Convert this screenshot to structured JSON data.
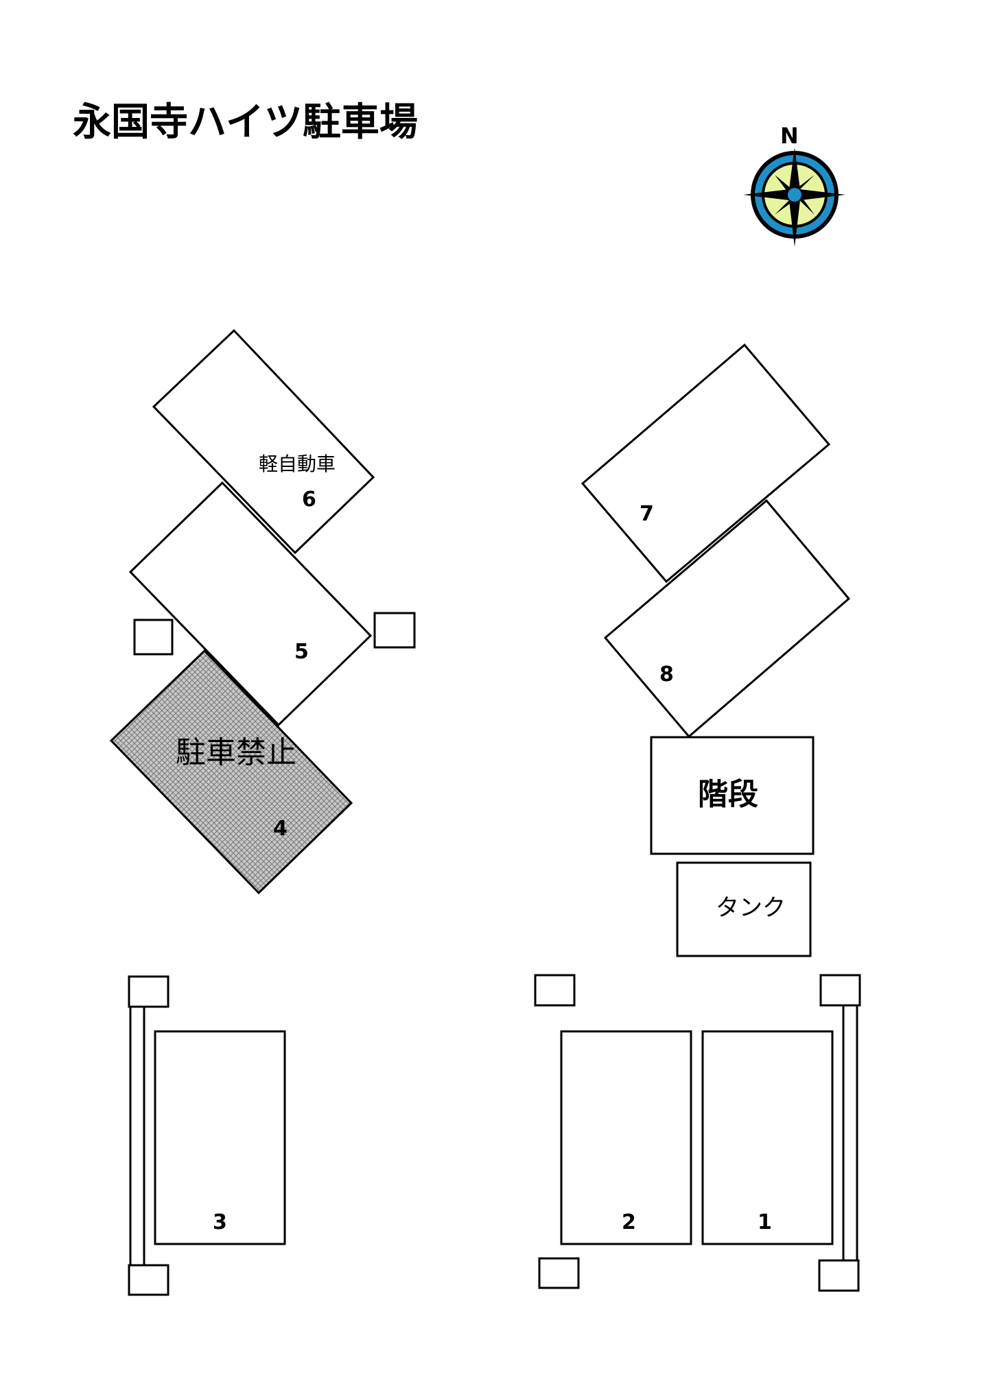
{
  "title": "永国寺ハイツ駐車場",
  "compass": {
    "north_label": "N",
    "ring_color": "#1e90c8",
    "face_color": "#e8f5a0",
    "icon": "compass-rose-icon"
  },
  "spaces": {
    "s1": "1",
    "s2": "2",
    "s3": "3",
    "s4": "4",
    "s5": "5",
    "s6": "6",
    "s7": "7",
    "s8": "8"
  },
  "labels": {
    "kei": "軽自動車",
    "no_parking": "駐車禁止",
    "stairs": "階段",
    "tank": "タンク"
  },
  "colors": {
    "no_parking_fill": "#bfbfbf",
    "line": "#000000"
  }
}
